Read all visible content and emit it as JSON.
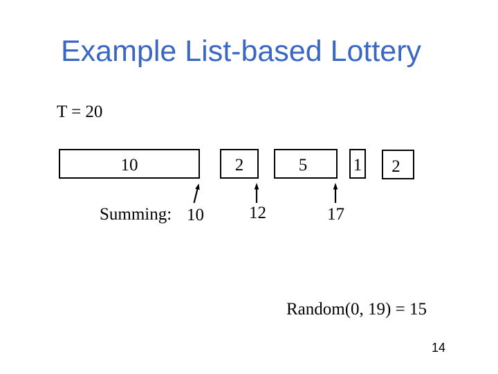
{
  "slide": {
    "title": "Example List-based Lottery",
    "total_label": "T = 20",
    "boxes": [
      {
        "value": "10"
      },
      {
        "value": "2"
      },
      {
        "value": "5"
      },
      {
        "value": "1"
      },
      {
        "value": "2"
      }
    ],
    "summing": {
      "label": "Summing:",
      "values": [
        "10",
        "12",
        "17"
      ]
    },
    "random_label": "Random(0, 19) = 15",
    "page_number": "14",
    "colors": {
      "title_text": "#3A67C4",
      "body_text": "#000000",
      "box_border": "#000000",
      "background": "#FFFFFF"
    }
  }
}
